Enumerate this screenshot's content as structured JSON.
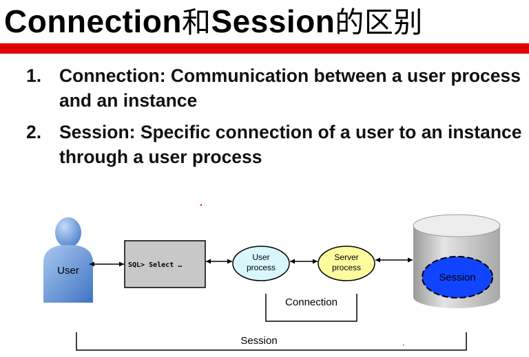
{
  "title": {
    "main": "Connection",
    "cjk1": "和",
    "second": "Session",
    "cjk2": "的区别"
  },
  "colors": {
    "accent_bar": "#e10000",
    "user_figure": "#6f9fd9",
    "user_process_fill": "#d8f6fb",
    "server_process_fill": "#fdfda0",
    "database": "#c9c9c9",
    "session_fill": "#1144ff"
  },
  "points": [
    {
      "num": "1.",
      "text": "Connection: Communication between a user process and an instance"
    },
    {
      "num": "2.",
      "text": "Session: Specific connection of a user to an instance through a user process"
    }
  ],
  "diagram": {
    "user_label": "User",
    "sql_text": "SQL> Select …",
    "user_process": {
      "line1": "User",
      "line2": "process"
    },
    "server_process": {
      "line1": "Server",
      "line2": "process"
    },
    "session_in_db": "Session",
    "connection_label": "Connection",
    "session_label": "Session"
  }
}
